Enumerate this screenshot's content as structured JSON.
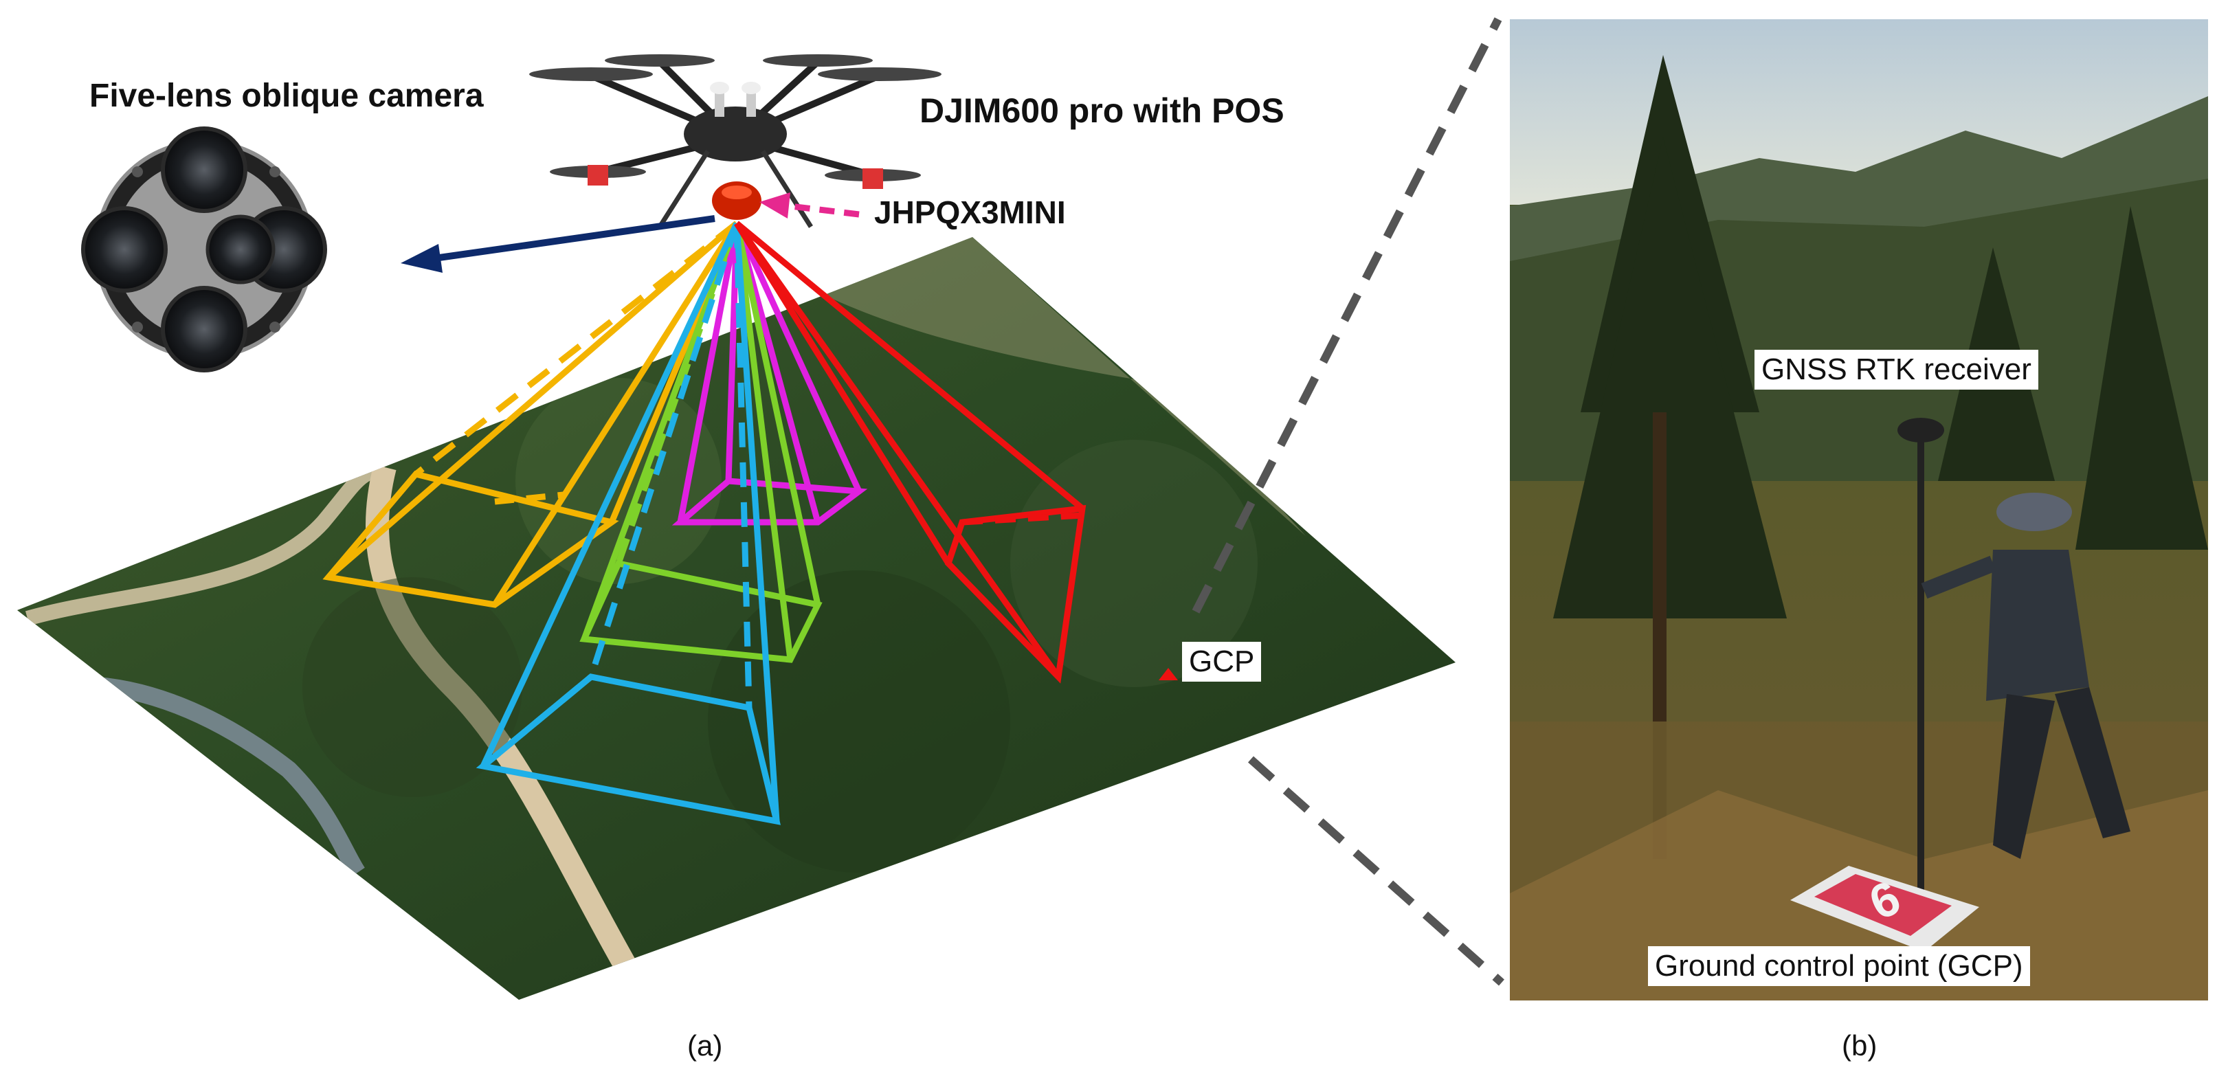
{
  "panel_a": {
    "camera_label": "Five-lens oblique camera",
    "uav_label": "DJIM600 pro with POS",
    "camera_model_label": "JHPQX3MINI",
    "gcp_label": "GCP",
    "caption": "(a)",
    "frustum_colors": {
      "yellow": "#f4b400",
      "magenta": "#e020e0",
      "green": "#7ed12a",
      "cyan": "#1fb0e8",
      "red": "#ee1111",
      "arrow_navy": "#0d2a6b",
      "arrow_pink": "#e6288f"
    }
  },
  "panel_b": {
    "receiver_label": "GNSS RTK receiver",
    "gcp_label": "Ground control point (GCP)",
    "marker_label": "6",
    "caption": "(b)"
  }
}
